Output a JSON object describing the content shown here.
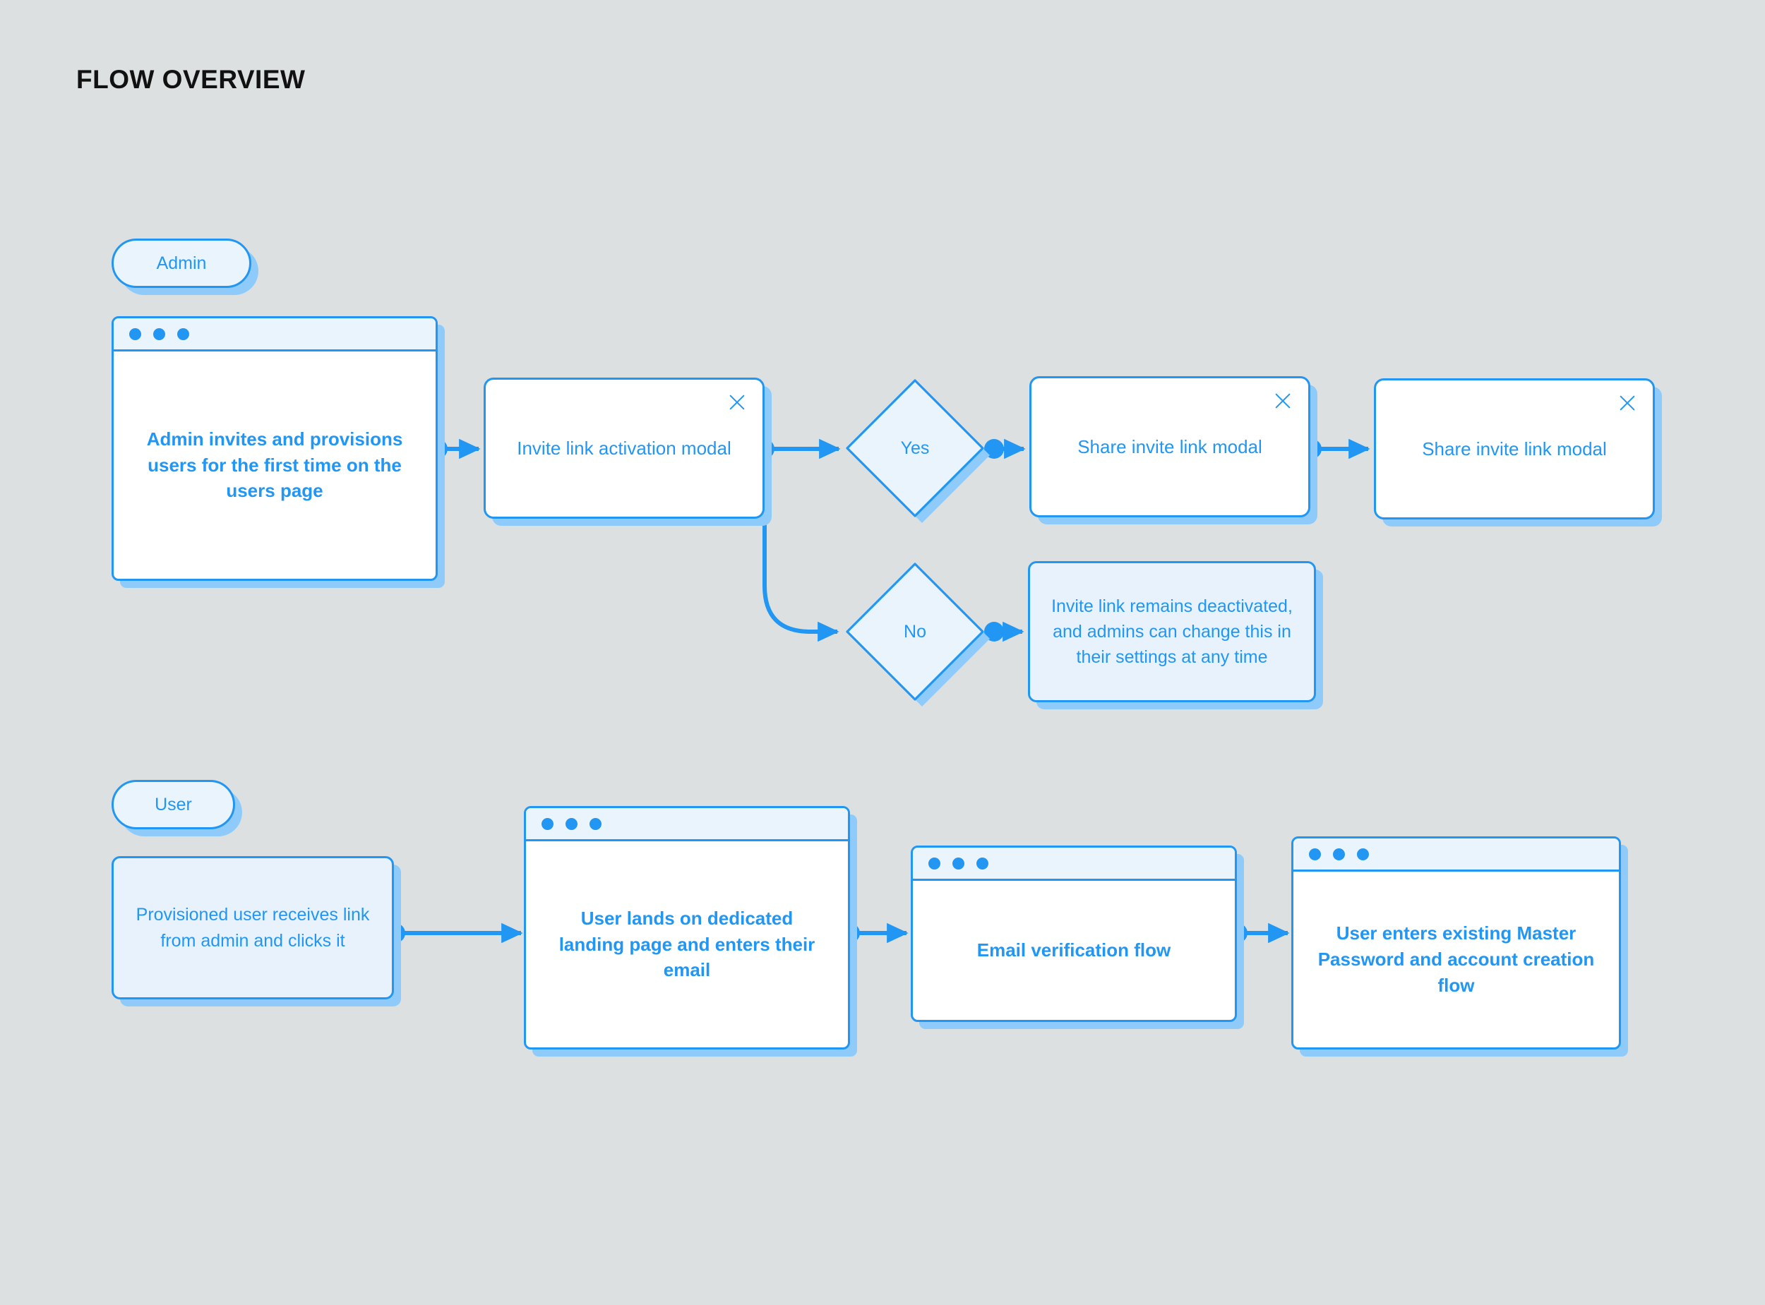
{
  "page": {
    "title": "FLOW OVERVIEW",
    "background_color": "#dde0e0",
    "accent_color": "#2196f3",
    "accent_fill_color": "#eaf4fd",
    "shadow_color": "#8ecbfa"
  },
  "lanes": [
    {
      "id": "admin-lane",
      "label": "Admin"
    },
    {
      "id": "user-lane",
      "label": "User"
    }
  ],
  "admin_flow": {
    "step1": {
      "type": "browser-window",
      "label": "Admin invites and provisions users for the first time on the users page",
      "window_dots": 3
    },
    "step2": {
      "type": "modal",
      "label": "Invite link activation modal",
      "close_icon": "close-icon"
    },
    "decision_yes": {
      "type": "diamond",
      "label": "Yes"
    },
    "decision_no": {
      "type": "diamond",
      "label": "No"
    },
    "step3": {
      "type": "modal",
      "label": "Share invite link modal",
      "close_icon": "close-icon"
    },
    "step4": {
      "type": "modal",
      "label": "Share invite link modal",
      "close_icon": "close-icon"
    },
    "step_no_outcome": {
      "type": "tinted-card",
      "label": "Invite link remains deactivated, and admins can change this in their settings at any time"
    }
  },
  "user_flow": {
    "step1": {
      "type": "tinted-card",
      "label": "Provisioned user receives link from admin and clicks it"
    },
    "step2": {
      "type": "browser-window",
      "label": "User lands on dedicated landing page and enters their email",
      "window_dots": 3
    },
    "step3": {
      "type": "browser-window",
      "label": "Email verification flow",
      "window_dots": 3
    },
    "step4": {
      "type": "browser-window",
      "label": "User enters existing Master Password and account creation flow",
      "window_dots": 3
    }
  }
}
